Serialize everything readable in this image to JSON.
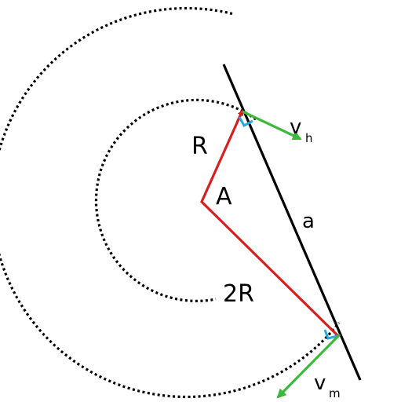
{
  "colors": {
    "background": "#ffffff",
    "orbit": "#000000",
    "tangent_line": "#000000",
    "radius_lines": "#d42020",
    "velocity_vectors": "#3cb83c",
    "right_angle_marks": "#2aa6e0"
  },
  "labels": {
    "inner_radius": "R",
    "angle": "A",
    "outer_radius": "2R",
    "intersection": "a",
    "velocity_h_main": "v",
    "velocity_h_sub": "h",
    "velocity_m_main": "v",
    "velocity_m_sub": "m"
  }
}
